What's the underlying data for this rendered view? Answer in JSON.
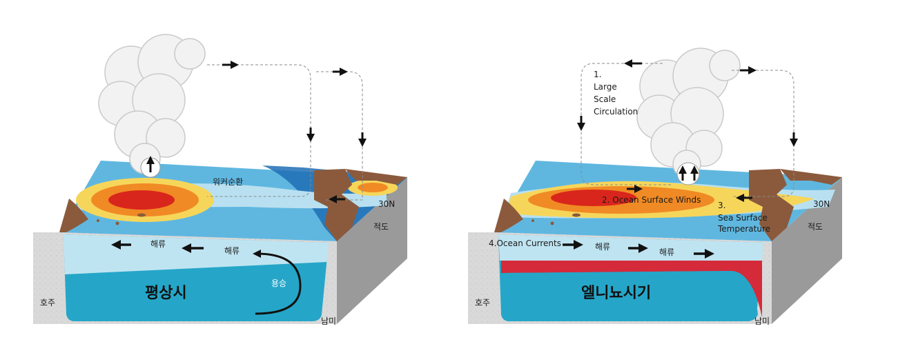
{
  "panels": {
    "normal": {
      "title": "평상시",
      "walker": "워커순환",
      "current1": "해류",
      "current2": "해류",
      "upwelling": "용승",
      "lat30": "30N",
      "equator": "적도",
      "australia": "호주",
      "samerica": "남미"
    },
    "elnino": {
      "title": "엘니뇨시기",
      "circ_num": "1.",
      "circ_l1": "Large",
      "circ_l2": "Scale",
      "circ_l3": "Circulation",
      "winds": "2. Ocean Surface Winds",
      "sst_num": "3.",
      "sst_l1": "Sea Surface",
      "sst_l2": "Temperature",
      "ocean_currents": "4.Ocean Currents",
      "current1": "해류",
      "current2": "해류",
      "lat30": "30N",
      "equator": "적도",
      "australia": "호주",
      "samerica": "남미"
    }
  },
  "colors": {
    "warm_core": "#d9261c",
    "warm_mid": "#f08a24",
    "warm_edge": "#f6d65a",
    "sea_light": "#b9e0f0",
    "sea_mid": "#5fb7e0",
    "sea_deep": "#1f6fb5",
    "land": "#8b5a3c",
    "ocean_body": "#25a6c8",
    "surface_layer": "#bfe4f1",
    "thermocline_red": "#d42a3a",
    "ground": "#d8d8d8"
  }
}
